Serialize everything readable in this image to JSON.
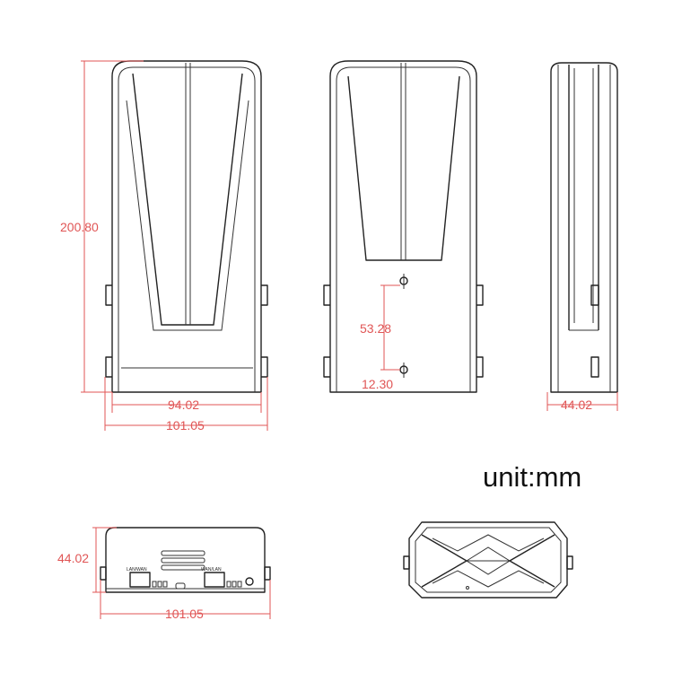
{
  "unit_label": "unit:mm",
  "colors": {
    "dimension": "#e05555",
    "outline": "#222222"
  },
  "dimensions": {
    "front_height": "200.80",
    "front_inner_width": "94.02",
    "front_outer_width": "101.05",
    "back_hole_spacing": "53.28",
    "back_hole_offset": "12.30",
    "side_depth": "44.02",
    "bottom_depth": "44.02",
    "bottom_width": "101.05"
  },
  "ports": {
    "left": "LAN/WAN",
    "right": "WAN/LAN"
  }
}
